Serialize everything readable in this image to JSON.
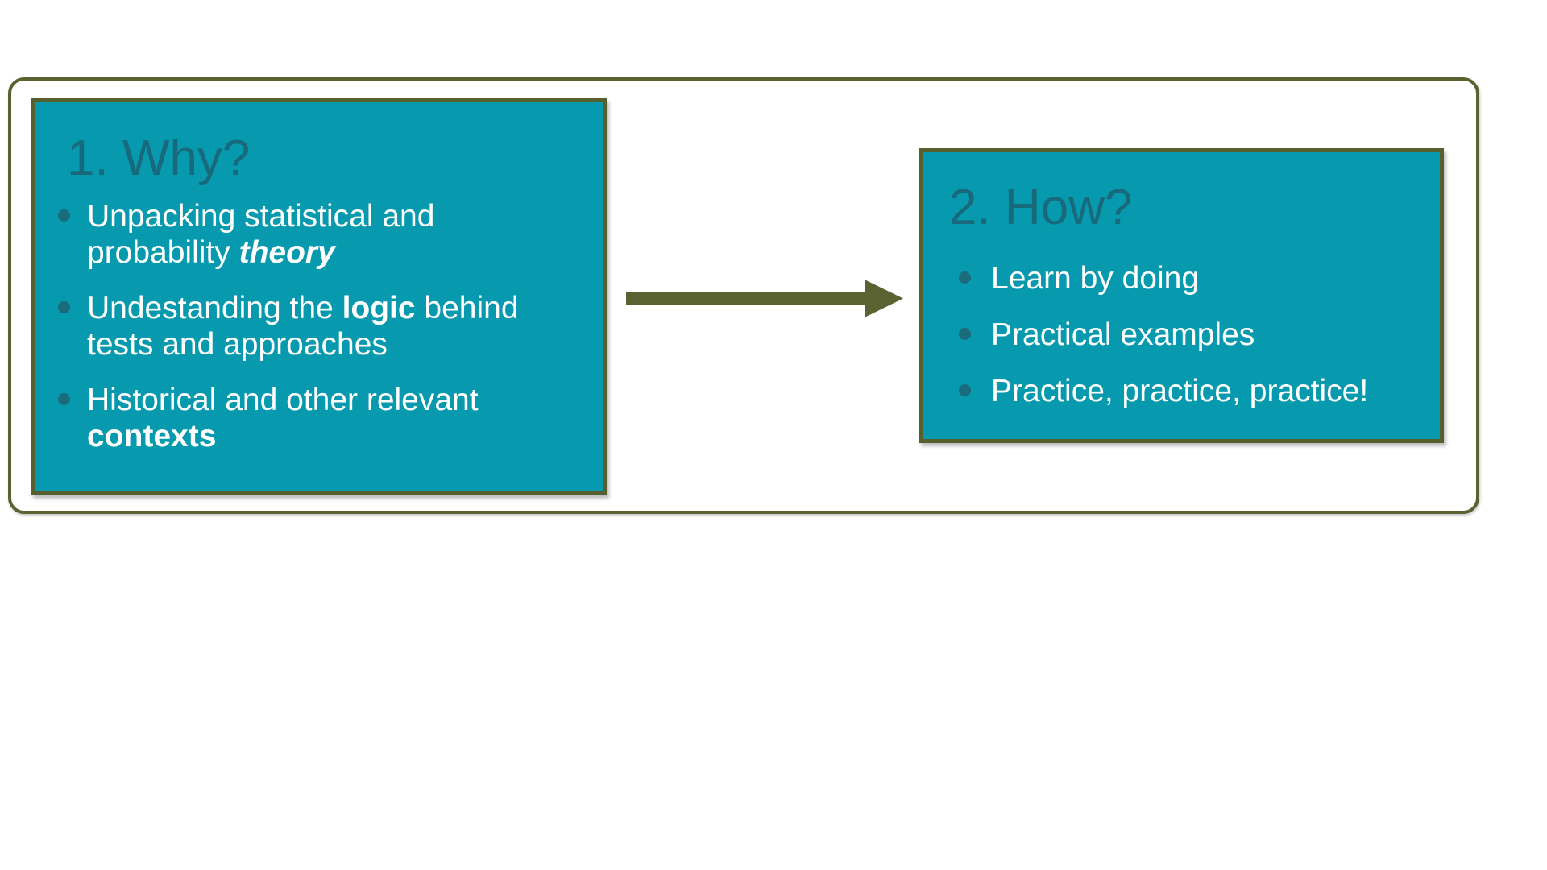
{
  "colors": {
    "background": "#FFFFFF",
    "teal": "#0799AE",
    "olive": "#5A6231",
    "box-border": "#56602F",
    "title-color": "#17697B",
    "dot": "#1A6B7B",
    "text": "#FFFFFF"
  },
  "boxes": [
    {
      "title": "1. Why?",
      "bullets": [
        [
          {
            "t": "Unpacking statistical and probability "
          },
          {
            "t": "theory",
            "b": true,
            "i": true
          }
        ],
        [
          {
            "t": "Undestanding the "
          },
          {
            "t": "logic",
            "b": true
          },
          {
            "t": " behind tests and approaches"
          }
        ],
        [
          {
            "t": "Historical and other relevant "
          },
          {
            "t": "contexts",
            "b": true
          }
        ]
      ]
    },
    {
      "title": "2. How?",
      "bullets": [
        [
          {
            "t": "Learn by doing"
          }
        ],
        [
          {
            "t": "Practical examples"
          }
        ],
        [
          {
            "t": "Practice, practice, practice!"
          }
        ]
      ]
    }
  ],
  "arrow": {
    "direction": "right",
    "icon": "right-arrow-icon"
  }
}
